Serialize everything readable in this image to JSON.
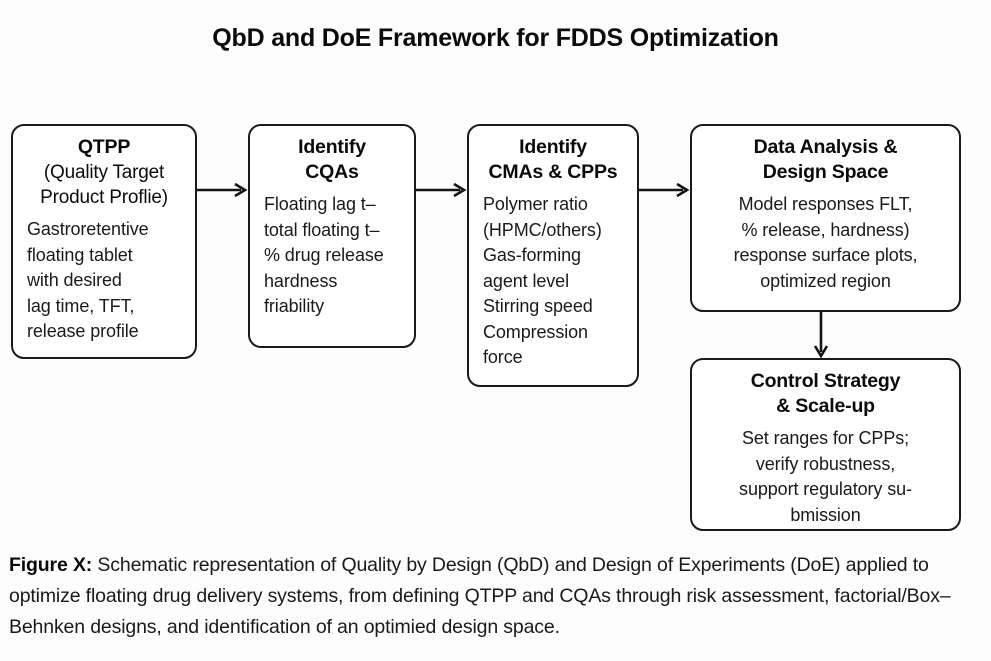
{
  "figure": {
    "title": "QbD and DoE Framework for FDDS Optimization",
    "caption_label": "Figure X:",
    "caption_text": " Schematic representation of Quality by Design (QbD) and Design of Experiments (DoE) applied to optimize floating drug delivery systems, from defining QTPP and CQAs through risk assessment, factorial/Box–Behnken designs, and identification of an optimied design space."
  },
  "colors": {
    "background": "#fdfdfd",
    "box_stroke": "#1a1a1a",
    "box_fill": "#ffffff",
    "text": "#1a1a1a"
  },
  "nodes": [
    {
      "id": "qtpp",
      "heading": "QTPP",
      "subheading": "(Quality Target\nProduct Proflie)",
      "body": "Gastroretentive\nfloating tablet\nwith desired\nlag time, TFT,\nrelease profile",
      "body_align": "left"
    },
    {
      "id": "cqas",
      "heading": "Identify\nCQAs",
      "body": "Floating lag t–\ntotal floating t–\n% drug release\nhardness\nfriability",
      "body_align": "left"
    },
    {
      "id": "cmacpp",
      "heading": "Identify\nCMAs & CPPs",
      "body": "Polymer ratio\n(HPMC/others)\nGas-forming\nagent level\nStirring speed\nCompression\nforce",
      "body_align": "left"
    },
    {
      "id": "analysis",
      "heading": "Data Analysis &\nDesign Space",
      "body": "Model responses FLT,\n% release, hardness)\nresponse surface plots,\noptimized region",
      "body_align": "center"
    },
    {
      "id": "control",
      "heading": "Control Strategy\n& Scale-up",
      "body": "Set ranges for CPPs;\nverify robustness,\nsupport regulatory su-\nbmission",
      "body_align": "center"
    }
  ],
  "connectors": [
    {
      "id": "qtpp-to-cqas",
      "from": "qtpp",
      "to": "cqas",
      "direction": "right"
    },
    {
      "id": "cqas-to-cmacpp",
      "from": "cqas",
      "to": "cmacpp",
      "direction": "right"
    },
    {
      "id": "cmacpp-to-analysis",
      "from": "cmacpp",
      "to": "analysis",
      "direction": "right"
    },
    {
      "id": "analysis-to-control",
      "from": "analysis",
      "to": "control",
      "direction": "down"
    }
  ]
}
